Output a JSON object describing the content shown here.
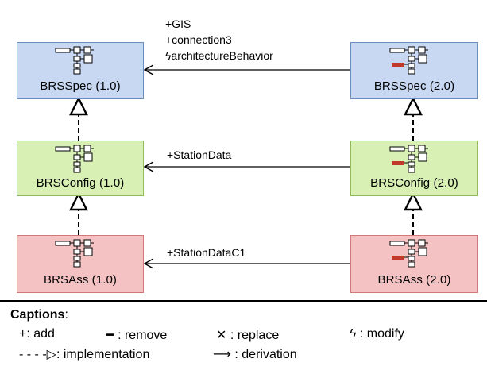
{
  "boxes": [
    {
      "key": "spec_v1",
      "label": "BRSSpec (1.0)",
      "fill": "#c8d8f2",
      "border": "#6c8ebf",
      "modified": false
    },
    {
      "key": "spec_v2",
      "label": "BRSSpec (2.0)",
      "fill": "#c8d8f2",
      "border": "#6c8ebf",
      "modified": true
    },
    {
      "key": "config_v1",
      "label": "BRSConfig (1.0)",
      "fill": "#d8f0b4",
      "border": "#8cbf5a",
      "modified": false
    },
    {
      "key": "config_v2",
      "label": "BRSConfig (2.0)",
      "fill": "#d8f0b4",
      "border": "#8cbf5a",
      "modified": true
    },
    {
      "key": "ass_v1",
      "label": "BRSAss (1.0)",
      "fill": "#f4c2c2",
      "border": "#d27878",
      "modified": false
    },
    {
      "key": "ass_v2",
      "label": "BRSAss (2.0)",
      "fill": "#f4c2c2",
      "border": "#d27878",
      "modified": true
    }
  ],
  "edges": {
    "spec": {
      "lines": [
        "+GIS",
        "+connection3",
        "ϟarchitectureBehavior"
      ]
    },
    "config": {
      "lines": [
        "+StationData"
      ]
    },
    "ass": {
      "lines": [
        "+StationDataC1"
      ]
    }
  },
  "captions": {
    "title": "Captions",
    "colon": ":",
    "add": "+: add",
    "remove": "━ : remove",
    "replace": "✕ : replace",
    "modify": "ϟ : modify",
    "implementation": "- - - -▷: implementation",
    "derivation": "⟶ : derivation"
  },
  "colors": {
    "modified_marker": "#c0392b",
    "line": "#000000"
  }
}
